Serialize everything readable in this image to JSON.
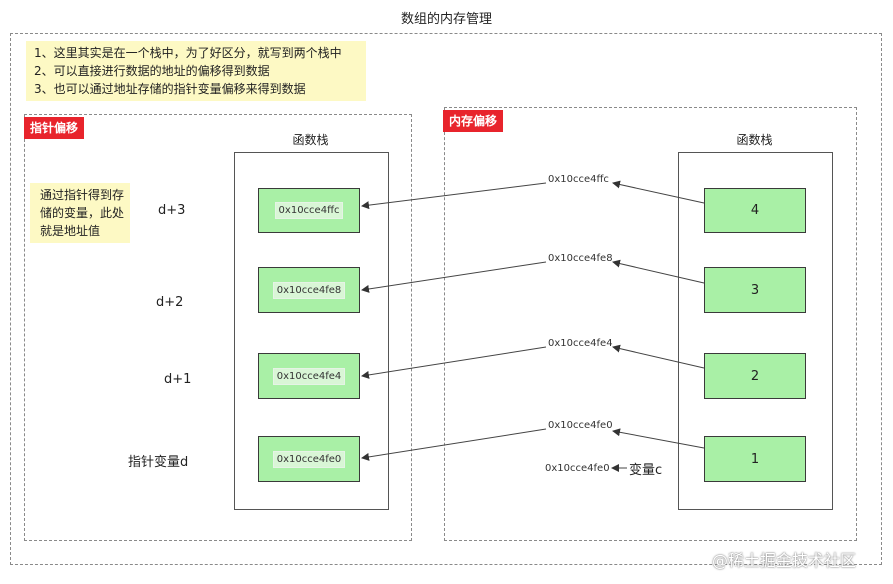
{
  "title": "数组的内存管理",
  "notes": [
    "1、这里其实是在一个栈中，为了好区分，就写到两个栈中",
    "2、可以直接进行数据的地址的偏移得到数据",
    "3、也可以通过地址存储的指针变量偏移来得到数据"
  ],
  "left_panel": {
    "tag": "指针偏移",
    "stack_label": "函数栈",
    "hint": "通过指针得到存储的变量，此处就是地址值",
    "rows": [
      {
        "label": "d+3",
        "value": "0x10cce4ffc"
      },
      {
        "label": "d+2",
        "value": "0x10cce4fe8"
      },
      {
        "label": "d+1",
        "value": "0x10cce4fe4"
      },
      {
        "label": "指针变量d",
        "value": "0x10cce4fe0"
      }
    ]
  },
  "right_panel": {
    "tag": "内存偏移",
    "stack_label": "函数栈",
    "cells": [
      "4",
      "3",
      "2",
      "1"
    ],
    "addresses": [
      "0x10cce4ffc",
      "0x10cce4fe8",
      "0x10cce4fe4",
      "0x10cce4fe0"
    ],
    "var_address": "0x10cce4fe0",
    "var_label": "变量c"
  },
  "watermark": "@稀土掘金技术社区"
}
